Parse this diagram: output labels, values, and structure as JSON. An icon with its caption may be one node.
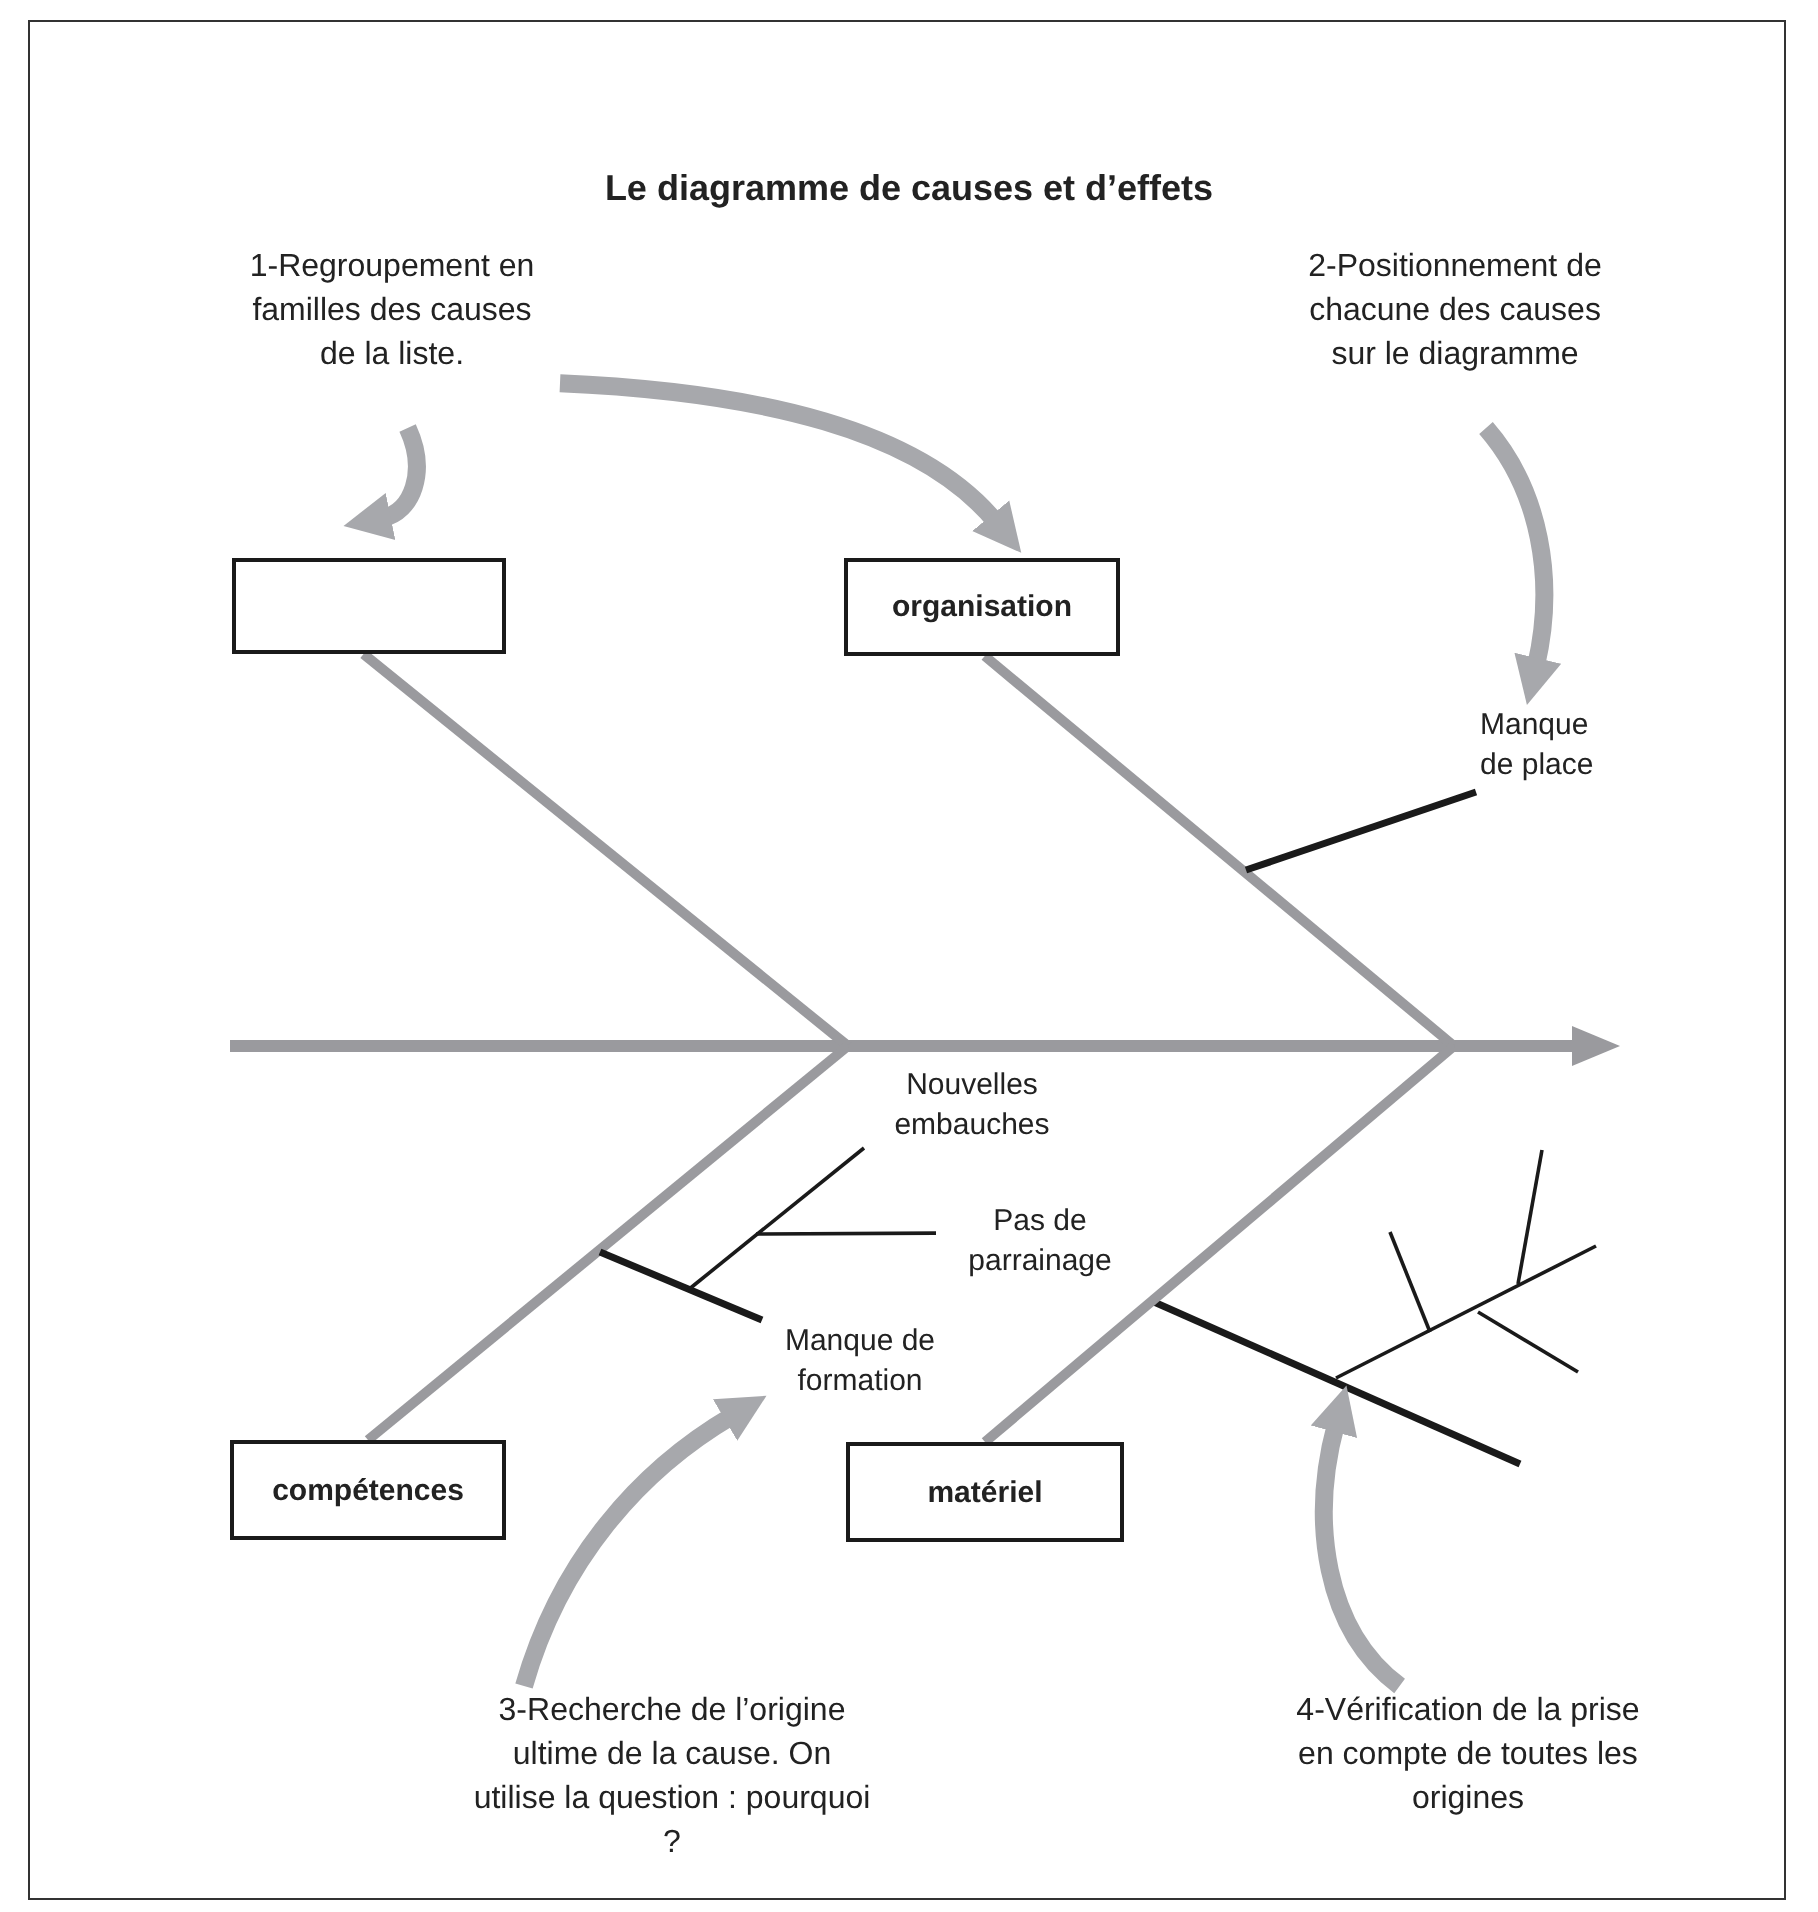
{
  "diagram": {
    "title": "Le diagramme de causes et d’effets",
    "nodes": [
      {
        "text": [
          "1-Regroupement en familles des causes de la liste."
        ]
      },
      {
        "text": [],
        "shape": "box"
      },
      {
        "text": [
          "organisation"
        ]
      },
      {
        "text": [
          "2-Positionnement de chacune des causes sur le diagramme"
        ]
      },
      {
        "text": [
          "Manque de place"
        ]
      },
      {
        "text": [
          "Nouvelles embauches"
        ]
      },
      {
        "text": [
          "Pas de parrainage"
        ]
      },
      {
        "text": [
          "Manque de formation"
        ]
      },
      {
        "text": [
          "compétences"
        ]
      },
      {
        "text": [
          "matériel"
        ]
      },
      {
        "text": [
          "3-Recherche de l’origine ultime de la cause. On utilise la question : pourquoi ?"
        ]
      },
      {
        "text": [
          "4-Vérification de la prise en compte de toutes les origines"
        ]
      }
    ],
    "edges": [
      {
        "from": 0,
        "to": 1,
        "arrow": "to",
        "style": "thick"
      },
      {
        "from": 0,
        "to": 2,
        "arrow": "to",
        "style": "thick"
      },
      {
        "from": 3,
        "to": 4,
        "arrow": "to",
        "style": "thick"
      },
      {
        "from": 10,
        "to": 7,
        "arrow": "to",
        "style": "thick"
      },
      {
        "from": 11,
        "to": null,
        "arrow": "to",
        "style": "thick"
      },
      {
        "from": 1,
        "to": null,
        "arrow": "none"
      },
      {
        "from": 2,
        "to": null,
        "arrow": "none"
      },
      {
        "from": 8,
        "to": null,
        "arrow": "none"
      },
      {
        "from": 9,
        "to": null,
        "arrow": "none"
      },
      {
        "from": 4,
        "to": null,
        "arrow": "none",
        "color": "#1a1a1a"
      },
      {
        "from": 7,
        "to": null,
        "arrow": "none",
        "color": "#1a1a1a"
      },
      {
        "from": 5,
        "to": null,
        "arrow": "none",
        "color": "#1a1a1a"
      },
      {
        "from": 6,
        "to": null,
        "arrow": "none",
        "color": "#1a1a1a"
      }
    ]
  }
}
